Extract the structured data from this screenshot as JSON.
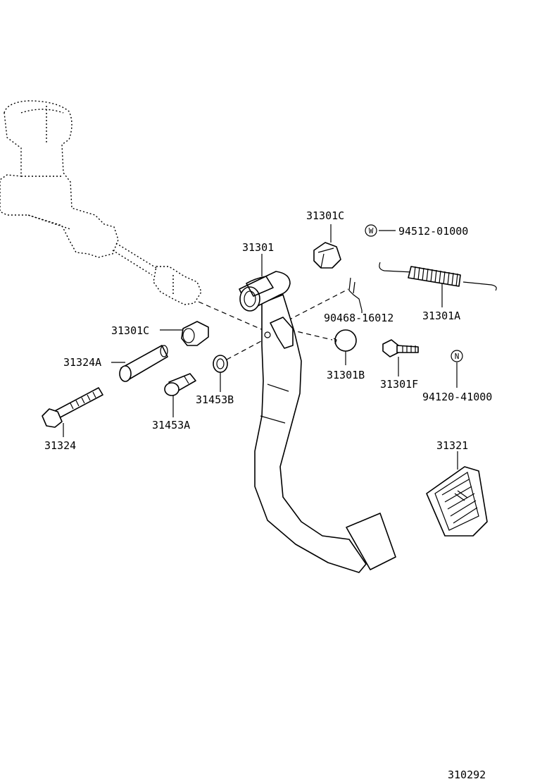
{
  "labels": {
    "p31301C_top": "31301C",
    "p94512": "94512-01000",
    "p31301": "31301",
    "p90468": "90468-16012",
    "p31301A": "31301A",
    "p31301C_left": "31301C",
    "p31324A": "31324A",
    "p31301B": "31301B",
    "p31301F": "31301F",
    "p31453B": "31453B",
    "p94120": "94120-41000",
    "p31324": "31324",
    "p31453A": "31453A",
    "p31321": "31321",
    "diagram_id": "310292"
  },
  "symbols": {
    "washer": "W",
    "nut": "N"
  }
}
